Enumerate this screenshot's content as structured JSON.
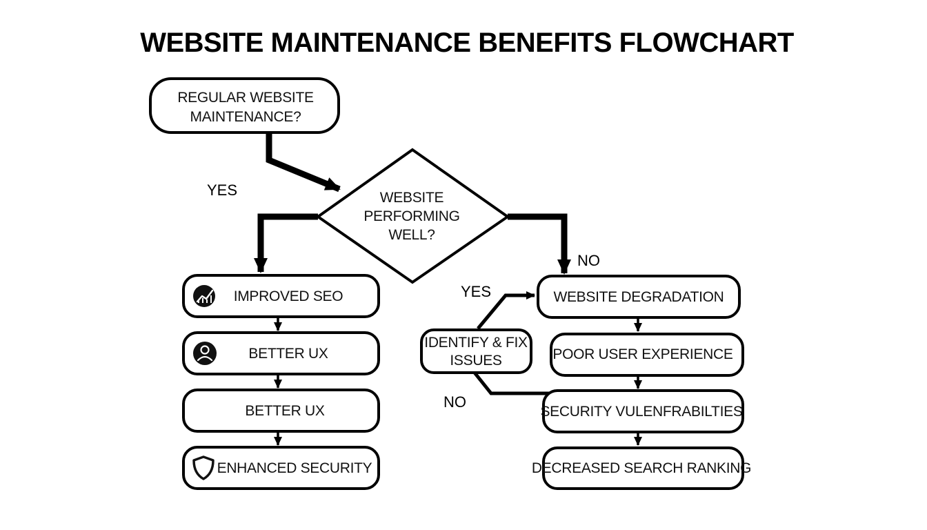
{
  "title": "WEBSITE MAINTENANCE BENEFITS FLOWCHART",
  "nodes": {
    "start": {
      "line1": "REGULAR WEBSITE",
      "line2": "MAINTENANCE?"
    },
    "decision": {
      "line1": "WEBSITE",
      "line2": "PERFORMING",
      "line3": "WELL?"
    },
    "benefit_seo": {
      "label": "IMPROVED SEO",
      "icon": "chart-icon"
    },
    "benefit_ux_1": {
      "label": "BETTER UX",
      "icon": "user-icon"
    },
    "benefit_ux_2": {
      "label": "BETTER UX"
    },
    "benefit_security": {
      "label": "ENHANCED SECURITY",
      "icon": "shield-icon"
    },
    "fix_issues": {
      "line1": "IDENTIFY & FIX",
      "line2": "ISSUES"
    },
    "degradation": {
      "label": "WEBSITE DEGRADATION"
    },
    "poor_ux": {
      "label": "POOR USER EXPERIENCE"
    },
    "security_vuln": {
      "label": "SECURITY VULENFRABILTIES"
    },
    "decreased_ranking": {
      "label": "DECREASED SEARCH RANKING"
    }
  },
  "edge_labels": {
    "yes_left": "YES",
    "no_right": "NO",
    "yes_fix": "YES",
    "no_fix": "NO"
  },
  "colors": {
    "stroke": "#000000",
    "background": "#ffffff",
    "icon_fill": "#111111"
  }
}
